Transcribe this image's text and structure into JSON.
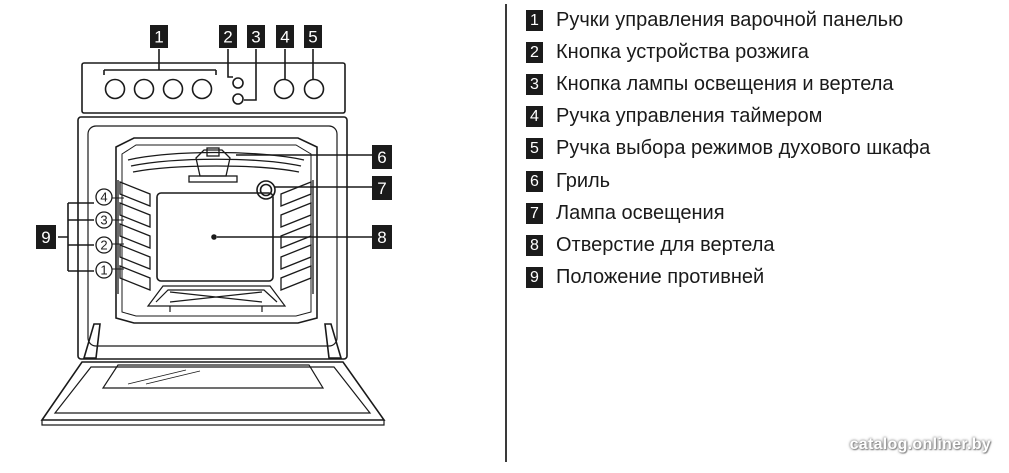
{
  "callouts": {
    "c1": "1",
    "c2": "2",
    "c3": "3",
    "c4": "4",
    "c5": "5",
    "c6": "6",
    "c7": "7",
    "c8": "8",
    "c9": "9"
  },
  "shelf_positions": [
    "4",
    "3",
    "2",
    "1"
  ],
  "legend": [
    {
      "num": "1",
      "text": "Ручки управления варочной панелью"
    },
    {
      "num": "2",
      "text": "Кнопка устройства розжига"
    },
    {
      "num": "3",
      "text": "Кнопка лампы освещения и вертела"
    },
    {
      "num": "4",
      "text": "Ручка управления таймером"
    },
    {
      "num": "5",
      "text": "Ручка выбора режимов духового шкафа"
    },
    {
      "num": "6",
      "text": "Гриль"
    },
    {
      "num": "7",
      "text": "Лампа освещения"
    },
    {
      "num": "8",
      "text": "Отверстие для вертела"
    },
    {
      "num": "9",
      "text": "Положение противней"
    }
  ],
  "watermark": "catalog.onliner.by"
}
